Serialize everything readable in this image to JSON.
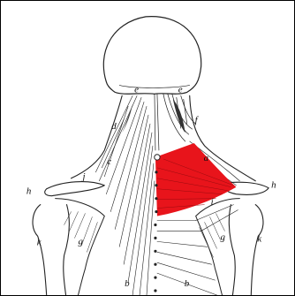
{
  "figure": {
    "highlight_color": "#e8141b",
    "labels": {
      "a": "a",
      "b_left": "b",
      "b_right": "b",
      "c": "c",
      "d": "d",
      "e_left": "e",
      "e_right": "e",
      "f": "f",
      "g_left": "g",
      "g_right": "g",
      "h_left": "h",
      "h_right": "h",
      "i": "i",
      "j": "j",
      "k_left": "k",
      "k_right": "k"
    }
  }
}
